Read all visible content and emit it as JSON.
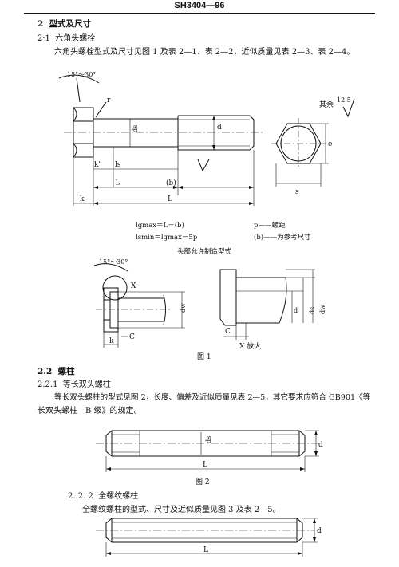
{
  "header": {
    "doc_number": "SH3404—96"
  },
  "section2": {
    "heading_num": "2",
    "heading_text": "型式及尺寸",
    "s21_num": "2·1",
    "s21_title": "六角头螺栓",
    "s21_para": "六角头螺栓型式及尺寸见图 1 及表 2—1、表 2—2，近似质量见表 2—3、表 2—4。"
  },
  "fig1": {
    "angle": "15°～30°",
    "r": "r",
    "ds": "ds",
    "d": "d",
    "kprime": "k'",
    "ls": "ls",
    "lg": "lₓ",
    "b": "(b)",
    "k": "k",
    "L": "L",
    "e": "e",
    "s": "s",
    "roughness_label": "其余",
    "roughness_value": "12.5",
    "formula1": "lgmax＝L－(b)",
    "formula2": "lsmin＝lgmax－5p",
    "note1": "p——螺距",
    "note2": "(b)——为参考尺寸",
    "caption_head": "头部允许制造型式",
    "angle2": "15°～30°",
    "X": "X",
    "dw": "dw",
    "C": "C",
    "k2": "k",
    "C2": "C",
    "d2": "d",
    "ds2": "ds",
    "dw2": "dw",
    "X_zoom": "X 放大",
    "caption": "图 1"
  },
  "section22": {
    "num": "2.2",
    "title": "螺柱",
    "s221_num": "2.2.1",
    "s221_title": "等长双头螺柱",
    "para_line1": "等长双头螺柱的型式见图 2，长度、偏差及近似质量见表 2—5，其它要求应符合 GB901《等",
    "para_line2": "长双头螺柱　B 级》的规定。"
  },
  "fig2": {
    "ds": "ds",
    "d": "d",
    "L": "L",
    "caption": "图 2"
  },
  "section222": {
    "num": "2. 2. 2",
    "title": "全螺纹螺柱",
    "para": "全螺纹螺柱的型式、尺寸及近似质量见图 3 及表 2—5。"
  },
  "fig3": {
    "d": "d",
    "L": "L"
  }
}
